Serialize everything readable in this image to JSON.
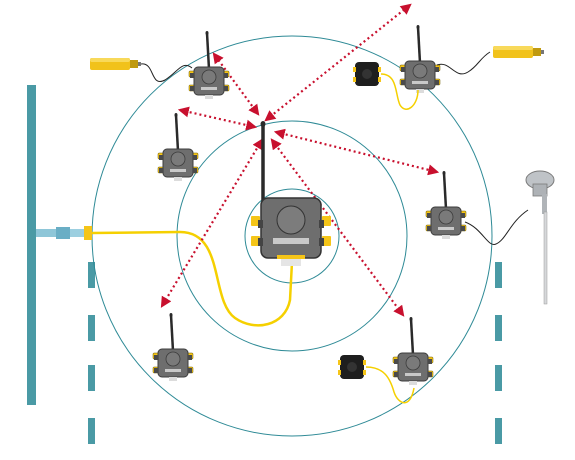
{
  "diagram": {
    "topology": "star",
    "gateway": {
      "icon": "wireless-gateway-icon"
    },
    "nodes": [
      {
        "name": "node-top",
        "icon": "wireless-node-icon",
        "accessory": "proximity-sensor-icon"
      },
      {
        "name": "node-top-right",
        "icon": "wireless-node-icon",
        "accessory": "sensor-module-icon"
      },
      {
        "name": "node-left",
        "icon": "wireless-node-icon",
        "accessory": "none"
      },
      {
        "name": "node-right",
        "icon": "wireless-node-icon",
        "accessory": "temperature-probe-icon"
      },
      {
        "name": "node-bottom-left",
        "icon": "wireless-node-icon",
        "accessory": "none"
      },
      {
        "name": "node-bottom-right",
        "icon": "wireless-node-icon",
        "accessory": "sensor-module-icon"
      }
    ],
    "colors": {
      "device_body": "#6e6e6e",
      "device_accent": "#f5c518",
      "link_arrow": "#c8102e",
      "range_circle": "#2e8a96",
      "wall": "#4a9aa5",
      "cable_yellow": "#f5d000",
      "connector": "#8ec6d8"
    }
  }
}
